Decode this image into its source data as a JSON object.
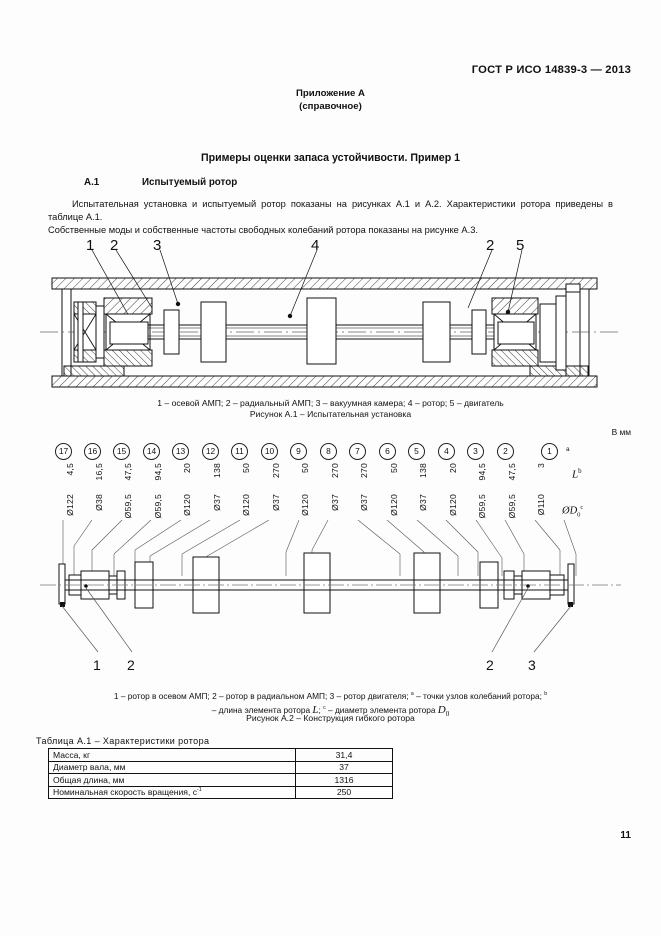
{
  "header": {
    "standard": "ГОСТ Р ИСО 14839-3 — 2013",
    "annex_title": "Приложение А",
    "annex_kind": "(справочное)",
    "section_title": "Примеры оценки запаса устойчивости. Пример 1",
    "subsection_number": "А.1",
    "subsection_title": "Испытуемый ротор",
    "paragraph_1": "Испытательная установка и испытуемый ротор показаны на рисунках А.1 и А.2. Характеристики ротора приведены в таблице А.1.",
    "paragraph_2": "Собственные моды и собственные частоты свободных колебаний ротора показаны на рисунке А.3."
  },
  "figure1": {
    "callouts": [
      "1",
      "2",
      "3",
      "4",
      "2",
      "5"
    ],
    "legend": "1 – осевой АМП; 2 – радиальный АМП; 3 – вакуумная камера; 4 – ротор; 5 – двигатель",
    "caption": "Рисунок А.1 – Испытательная установка"
  },
  "figure2": {
    "units_note": "В мм",
    "header_len": "L",
    "header_len_sup": "b",
    "header_dia": "ØD",
    "header_dia_sub": "0",
    "header_dia_sup": "c",
    "first_circle_sup": "a",
    "items": [
      {
        "id": "17",
        "length": "4,5",
        "diameter": "Ø122"
      },
      {
        "id": "16",
        "length": "16,5",
        "diameter": "Ø38"
      },
      {
        "id": "15",
        "length": "47,5",
        "diameter": "Ø59,5"
      },
      {
        "id": "14",
        "length": "94,5",
        "diameter": "Ø59,5"
      },
      {
        "id": "13",
        "length": "20",
        "diameter": "Ø120"
      },
      {
        "id": "12",
        "length": "138",
        "diameter": "Ø37"
      },
      {
        "id": "11",
        "length": "50",
        "diameter": "Ø120"
      },
      {
        "id": "10",
        "length": "270",
        "diameter": "Ø37"
      },
      {
        "id": "9",
        "length": "50",
        "diameter": "Ø120"
      },
      {
        "id": "8",
        "length": "270",
        "diameter": "Ø37"
      },
      {
        "id": "7",
        "length": "270",
        "diameter": "Ø37"
      },
      {
        "id": "6",
        "length": "50",
        "diameter": "Ø120"
      },
      {
        "id": "5",
        "length": "138",
        "diameter": "Ø37"
      },
      {
        "id": "4",
        "length": "20",
        "diameter": "Ø120"
      },
      {
        "id": "3",
        "length": "94,5",
        "diameter": "Ø59,5"
      },
      {
        "id": "2",
        "length": "47,5",
        "diameter": "Ø59,5"
      },
      {
        "id": "1",
        "length": "3",
        "diameter": "Ø110"
      }
    ],
    "bottom_callouts": [
      "1",
      "2",
      "2",
      "3"
    ],
    "legend_line1": "1 – ротор в осевом АМП; 2 – ротор в радиальном АМП; 3 – ротор двигателя;",
    "legend_sup_a": "a",
    "legend_line1b": "– точки узлов колебаний ротора;",
    "legend_sup_b": "b",
    "legend_line2a": "– длина элемента ротора",
    "legend_L": "L",
    "legend_semicolon": ";",
    "legend_sup_c": "c",
    "legend_line2b": "– диаметр элемента ротора",
    "legend_D": "D",
    "legend_D_sub": "0",
    "caption": "Рисунок А.2 – Конструкция гибкого ротора"
  },
  "table": {
    "title": "Таблица А.1 – Характеристики ротора",
    "rows": [
      {
        "name": "Масса, кг",
        "value": "31,4"
      },
      {
        "name": "Диаметр вала, мм",
        "value": "37"
      },
      {
        "name": "Общая длина, мм",
        "value": "1316"
      },
      {
        "name": "Номинальная скорость вращения, с",
        "name_sup": "-1",
        "value": "250"
      }
    ]
  },
  "footer": {
    "page_number": "11"
  },
  "colors": {
    "ink": "#111111",
    "paper": "#fdfdfd",
    "rule": "#222222"
  }
}
